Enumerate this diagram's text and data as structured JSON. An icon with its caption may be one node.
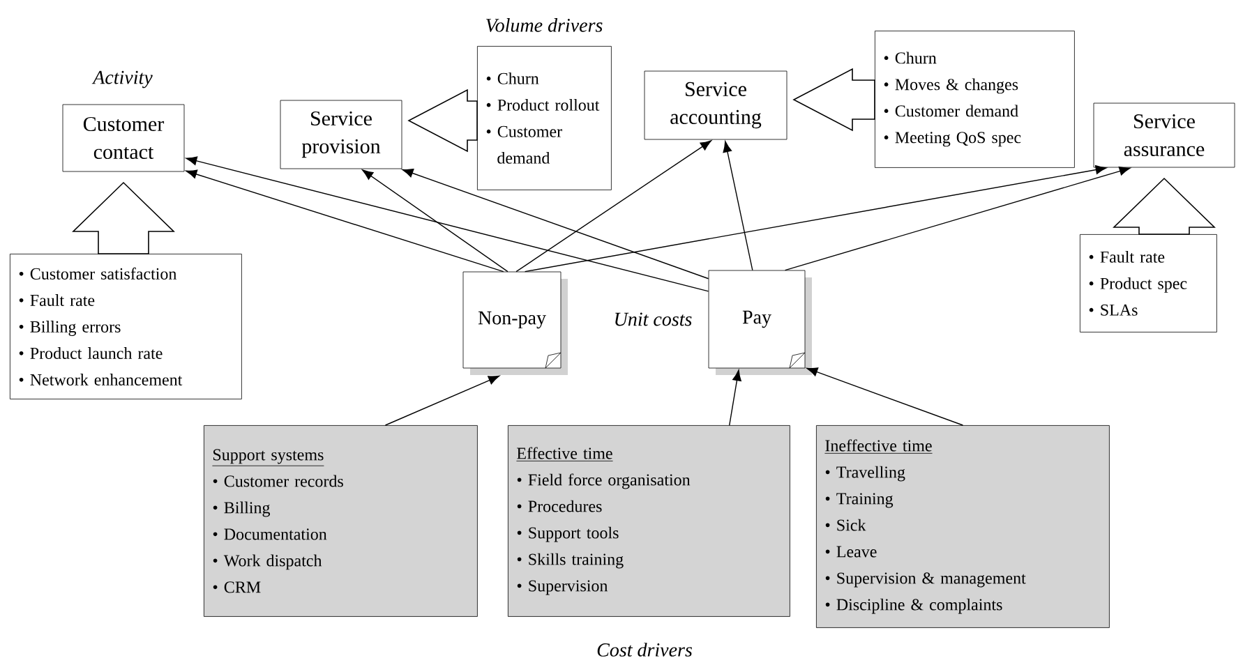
{
  "diagram": {
    "nodes": [
      {
        "text": [
          "Customer contact"
        ]
      },
      {
        "text": [
          "Service provision"
        ]
      },
      {
        "text": [
          "Service accounting"
        ]
      },
      {
        "text": [
          "Service assurance"
        ]
      },
      {
        "text": [
          "• Customer satisfaction",
          "• Fault rate",
          "• Billing errors",
          "• Product launch rate",
          "• Network enhancement"
        ]
      },
      {
        "text": [
          "• Churn",
          "• Product rollout",
          "• Customer demand"
        ]
      },
      {
        "text": [
          "• Churn",
          "• Moves & changes",
          "• Customer demand",
          "• Meeting QoS spec"
        ]
      },
      {
        "text": [
          "• Fault rate",
          "• Product spec",
          "• SLAs"
        ]
      },
      {
        "text": [
          "Non-pay"
        ]
      },
      {
        "text": [
          "Pay"
        ]
      },
      {
        "text": [
          "Support systems",
          "• Customer records",
          "• Billing",
          "• Documentation",
          "• Work dispatch",
          "• CRM"
        ]
      },
      {
        "text": [
          "Effective time",
          "• Field force organisation",
          "• Procedures",
          "• Support tools",
          "• Skills training",
          "• Supervision"
        ]
      },
      {
        "text": [
          "Ineffective time",
          "• Travelling",
          "• Training",
          "• Sick",
          "• Leave",
          "• Supervision & management",
          "• Discipline & complaints"
        ]
      }
    ],
    "edges": [
      {
        "from": 4,
        "to": 0,
        "arrow": "to",
        "style": "thick"
      },
      {
        "from": 5,
        "to": 1,
        "arrow": "to",
        "style": "thick"
      },
      {
        "from": 6,
        "to": 2,
        "arrow": "to",
        "style": "thick"
      },
      {
        "from": 7,
        "to": 3,
        "arrow": "to",
        "style": "thick"
      },
      {
        "from": 8,
        "to": 0,
        "arrow": "to"
      },
      {
        "from": 8,
        "to": 1,
        "arrow": "to"
      },
      {
        "from": 8,
        "to": 2,
        "arrow": "to"
      },
      {
        "from": 8,
        "to": 3,
        "arrow": "to"
      },
      {
        "from": 9,
        "to": 0,
        "arrow": "to"
      },
      {
        "from": 9,
        "to": 1,
        "arrow": "to"
      },
      {
        "from": 9,
        "to": 2,
        "arrow": "to"
      },
      {
        "from": 9,
        "to": 3,
        "arrow": "to"
      },
      {
        "from": 10,
        "to": 8,
        "arrow": "to"
      },
      {
        "from": 11,
        "to": 9,
        "arrow": "to"
      },
      {
        "from": 12,
        "to": 9,
        "arrow": "to"
      }
    ],
    "labels": [
      "Volume drivers",
      "Activity",
      "Unit costs",
      "Cost drivers"
    ]
  }
}
